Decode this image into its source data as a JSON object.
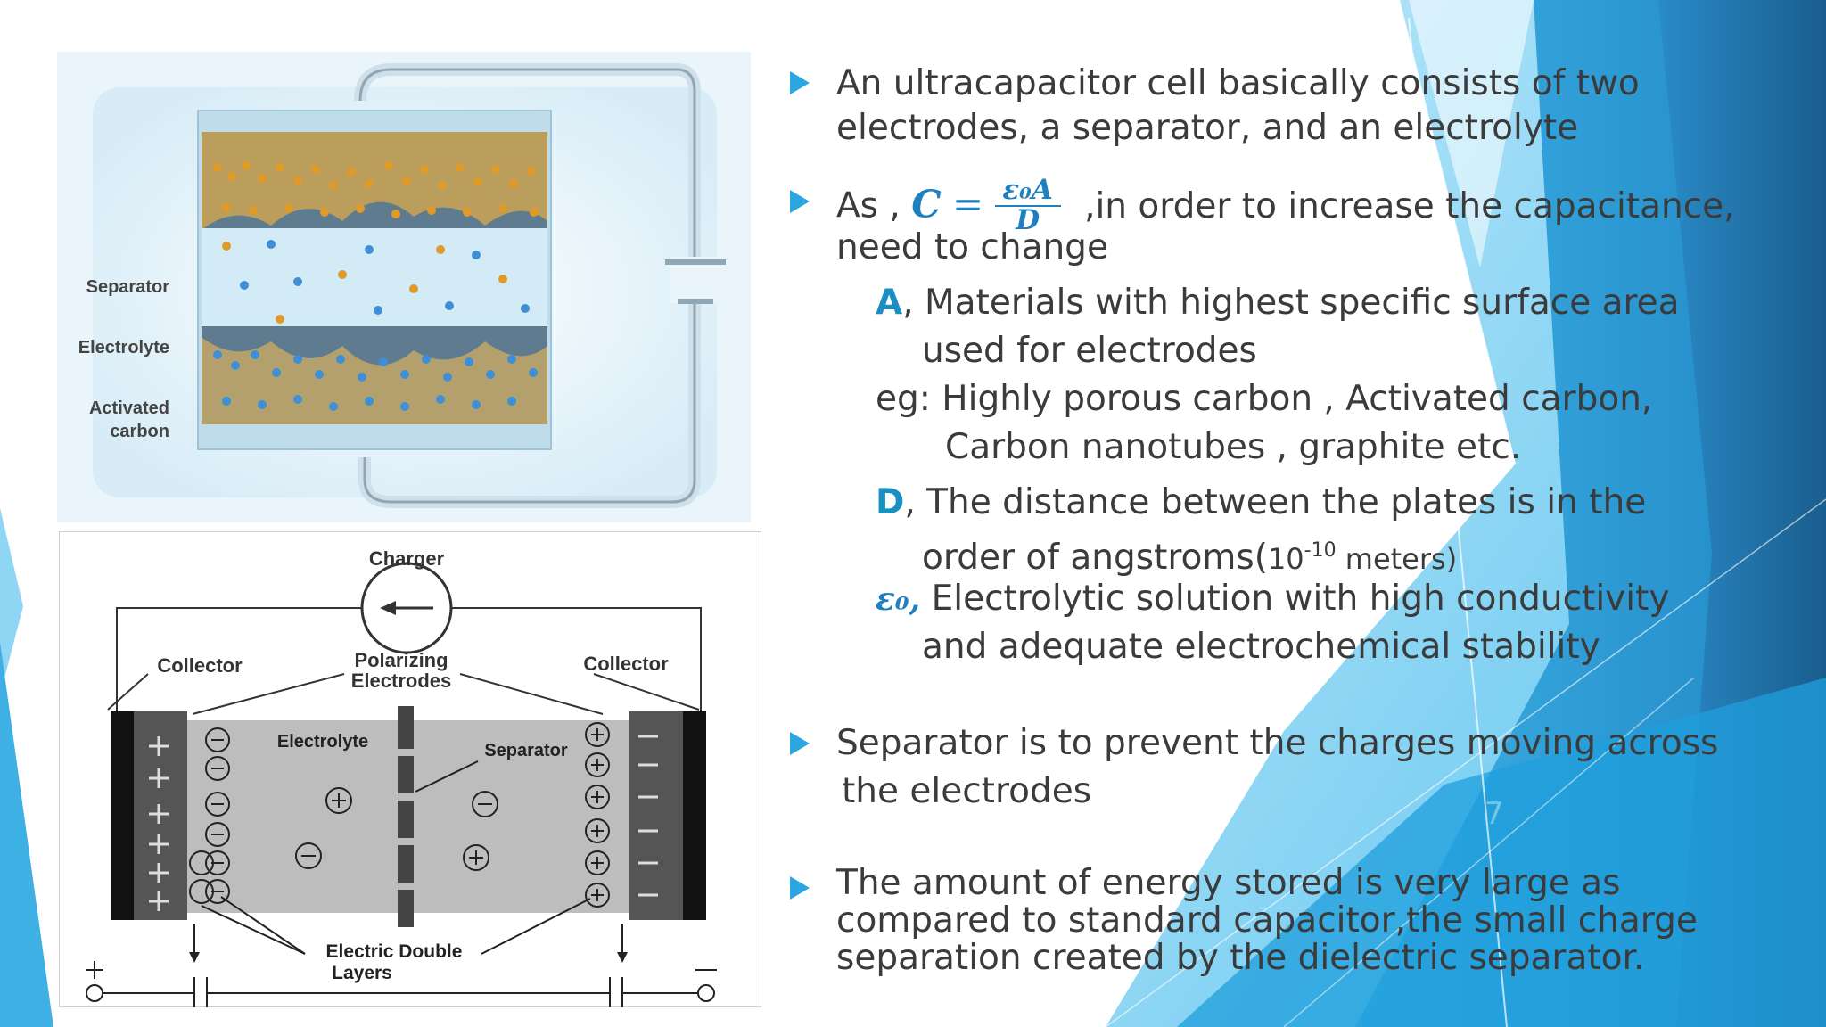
{
  "slide": {
    "page_number": "7",
    "accent_color": "#2aa6e0",
    "figure_top": {
      "labels": {
        "separator": "Separator",
        "electrolyte": "Electrolyte",
        "activated_carbon_1": "Activated",
        "activated_carbon_2": "carbon"
      }
    },
    "figure_bottom": {
      "labels": {
        "charger": "Charger",
        "collector_left": "Collector",
        "collector_right": "Collector",
        "polarizing_1": "Polarizing",
        "polarizing_2": "Electrodes",
        "electrolyte": "Electrolyte",
        "separator": "Separator",
        "double_layer_1": "Electric Double",
        "double_layer_2": "Layers"
      }
    },
    "bullets": {
      "b1_line1": "An ultracapacitor cell basically consists of two",
      "b1_line2": "electrodes, a separator, and an electrolyte",
      "b2_prefix": "As ,",
      "b2_eq_c": "C",
      "b2_eq_eq": "=",
      "b2_eq_num": "ε₀A",
      "b2_eq_den": "D",
      "b2_suffix": ",in order to increase the capacitance,",
      "b2_line2": "need to change",
      "sub_a_letter": "A",
      "sub_a_line1": ", Materials with highest specific surface area",
      "sub_a_line2": "used for electrodes",
      "eg_line1": "eg: Highly porous carbon , Activated carbon,",
      "eg_line2": "Carbon nanotubes , graphite etc.",
      "sub_d_letter": "D",
      "sub_d_line1": ", The distance between the plates is in the",
      "sub_d_line2a": "order of angstroms(",
      "sub_d_base": "10",
      "sub_d_exp": "-10",
      "sub_d_unit": " meters)",
      "sub_e_symbol": "ε₀,",
      "sub_e_line1": "Electrolytic solution with high conductivity",
      "sub_e_line2": "and adequate electrochemical stability",
      "b3_line1": "Separator is to prevent the charges moving across",
      "b3_line2": "the electrodes",
      "b4_line1": "The amount of energy stored is very large as",
      "b4_line2": "compared to standard capacitor,the small charge",
      "b4_line3": "separation created by the dielectric separator."
    }
  }
}
